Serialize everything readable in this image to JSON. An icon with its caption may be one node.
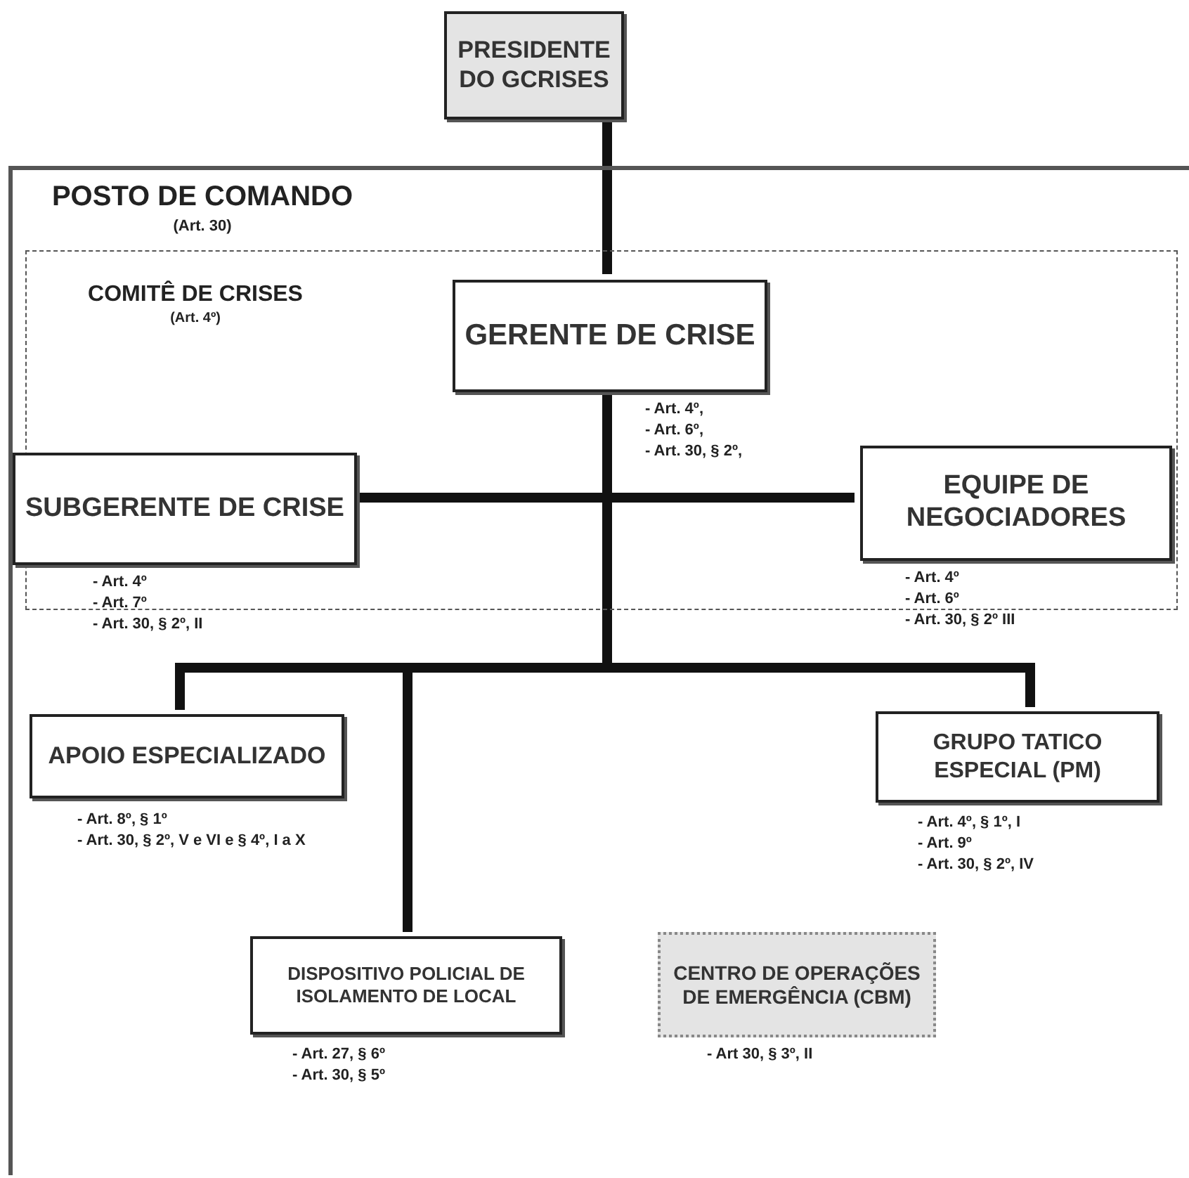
{
  "diagram": {
    "nodes": [
      {
        "text": [
          "PRESIDENTE DO GCRISES"
        ]
      },
      {
        "text": [
          "POSTO DE COMANDO",
          "(Art. 30)"
        ]
      },
      {
        "text": [
          "COMITÊ DE CRISES",
          "(Art. 4º)"
        ],
        "in": 1
      },
      {
        "text": [
          "GERENTE DE CRISE"
        ],
        "in": 2,
        "beside": [
          "- Art. 4º,",
          "- Art. 6º,",
          "- Art. 30, § 2º,"
        ]
      },
      {
        "text": [
          "SUBGERENTE DE CRISE"
        ],
        "in": 2,
        "beside": [
          "- Art. 4º",
          "- Art. 7º",
          "- Art. 30, § 2º, II"
        ]
      },
      {
        "text": [
          "EQUIPE DE NEGOCIADORES"
        ],
        "in": 2,
        "beside": [
          "- Art. 4º",
          "- Art. 6º",
          "- Art. 30, § 2º III"
        ]
      },
      {
        "text": [
          "APOIO ESPECIALIZADO"
        ],
        "in": 1,
        "beside": [
          "- Art. 8º, § 1º",
          "- Art. 30, § 2º, V e VI e § 4º, I a X"
        ]
      },
      {
        "text": [
          "GRUPO TATICO ESPECIAL (PM)"
        ],
        "in": 1,
        "beside": [
          "- Art. 4º, § 1º, I",
          "- Art. 9º",
          "- Art. 30, § 2º, IV"
        ]
      },
      {
        "text": [
          "DISPOSITIVO POLICIAL DE ISOLAMENTO DE LOCAL"
        ],
        "in": 1,
        "beside": [
          "- Art. 27, § 6º",
          "- Art. 30, § 5º"
        ]
      },
      {
        "text": [
          "CENTRO DE OPERAÇÕES DE EMERGÊNCIA (CBM)"
        ],
        "in": 1,
        "beside": [
          "- Art 30, § 3º, II"
        ]
      }
    ],
    "edges": [
      {
        "from": 0,
        "to": 3,
        "arrow": "none"
      },
      {
        "from": 3,
        "to": 4,
        "arrow": "none"
      },
      {
        "from": 3,
        "to": 5,
        "arrow": "none"
      },
      {
        "from": 3,
        "to": 6,
        "arrow": "none"
      },
      {
        "from": 3,
        "to": 8,
        "arrow": "none"
      },
      {
        "from": 3,
        "to": 7,
        "arrow": "none"
      }
    ]
  }
}
